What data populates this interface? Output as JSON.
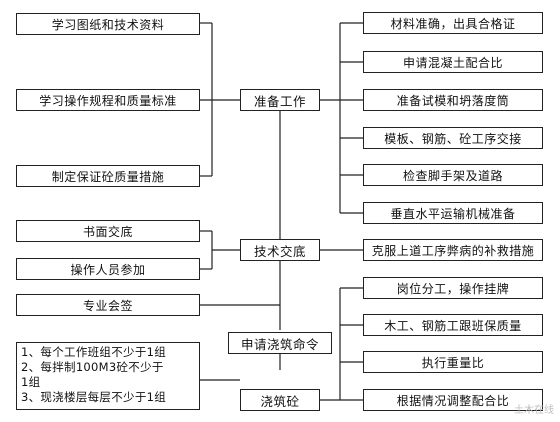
{
  "center": [
    "准备工作",
    "技术交底",
    "申请浇筑命令",
    "浇筑砼"
  ],
  "left": [
    "学习图纸和技术资料",
    "学习操作规程和质量标准",
    "制定保证砼质量措施",
    "书面交底",
    "操作人员参加",
    "专业会签"
  ],
  "left_note_lines": [
    "1、每个工作班组不少于1组",
    "2、每拌制100M3砼不少于",
    "1组",
    "3、现浇楼层每层不少于1组"
  ],
  "right": [
    "材料准确，出具合格证",
    "申请混凝土配合比",
    "准备试模和坍落度筒",
    "模板、钢筋、砼工序交接",
    "检查脚手架及道路",
    "垂直水平运输机械准备",
    "克服上道工序弊病的补救措施",
    "岗位分工，操作挂牌",
    "木工、钢筋工跟班保质量",
    "执行重量比",
    "根据情况调整配合比"
  ],
  "watermark": "土木在线"
}
